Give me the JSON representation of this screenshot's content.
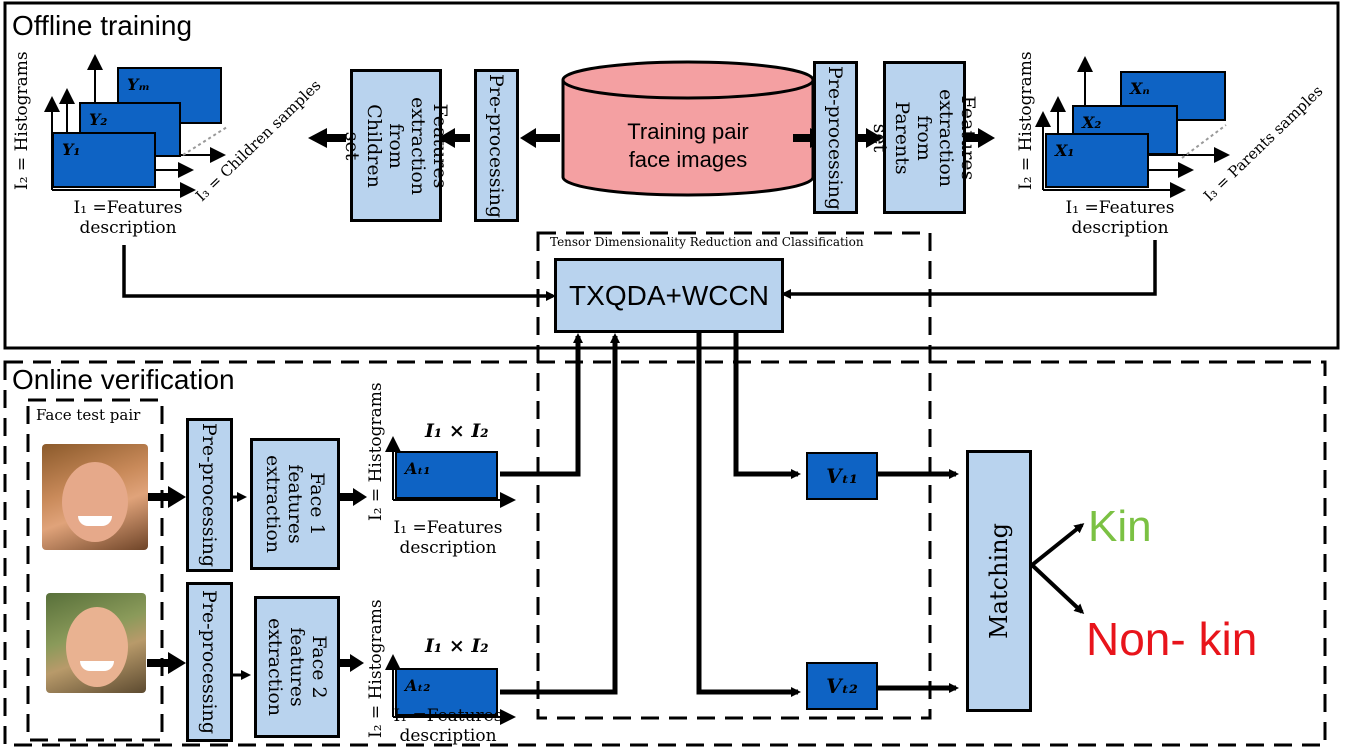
{
  "sections": {
    "offline": "Offline training",
    "online": "Online verification",
    "tensor": "Tensor Dimensionality Reduction and Classification",
    "face_test_pair": "Face test pair"
  },
  "offline": {
    "database": "Training pair\nface images",
    "left_preprocessing": "Pre-processing",
    "left_features": "Features\nextraction from\nChildren set",
    "right_preprocessing": "Pre-processing",
    "right_features": "Features\nextraction from\nParents set",
    "children_stack": [
      "Y₁",
      "Y₂",
      "Yₘ"
    ],
    "parents_stack": [
      "X₁",
      "X₂",
      "Xₙ"
    ],
    "axis_i2": "I₂ = Histograms",
    "axis_i1": "I₁ =Features\ndescription",
    "axis_i3_children": "I₃ = Children samples",
    "axis_i3_parents": "I₃ = Parents samples"
  },
  "classifier": "TXQDA+WCCN",
  "online": {
    "face1_preprocessing": "Pre-processing",
    "face1_features": "Face 1\nfeatures\nextraction",
    "face2_preprocessing": "Pre-processing",
    "face2_features": "Face 2\nfeatures\nextraction",
    "matrix_title": "I₁ × I₂",
    "matrix_a1": "Aₜ₁",
    "matrix_a2": "Aₜ₂",
    "axis_i2": "I₂ = Histograms",
    "axis_i1": "I₁ =Features\ndescription",
    "v1": "Vₜ₁",
    "v2": "Vₜ₂",
    "matching": "Matching",
    "kin": "Kin",
    "nonkin": "Non- kin"
  },
  "colors": {
    "box_fill": "#b9d3ee",
    "tensor_fill": "#0e63c4",
    "db_fill": "#f4a0a2",
    "kin": "#7bc143",
    "nonkin": "#e8141b"
  }
}
